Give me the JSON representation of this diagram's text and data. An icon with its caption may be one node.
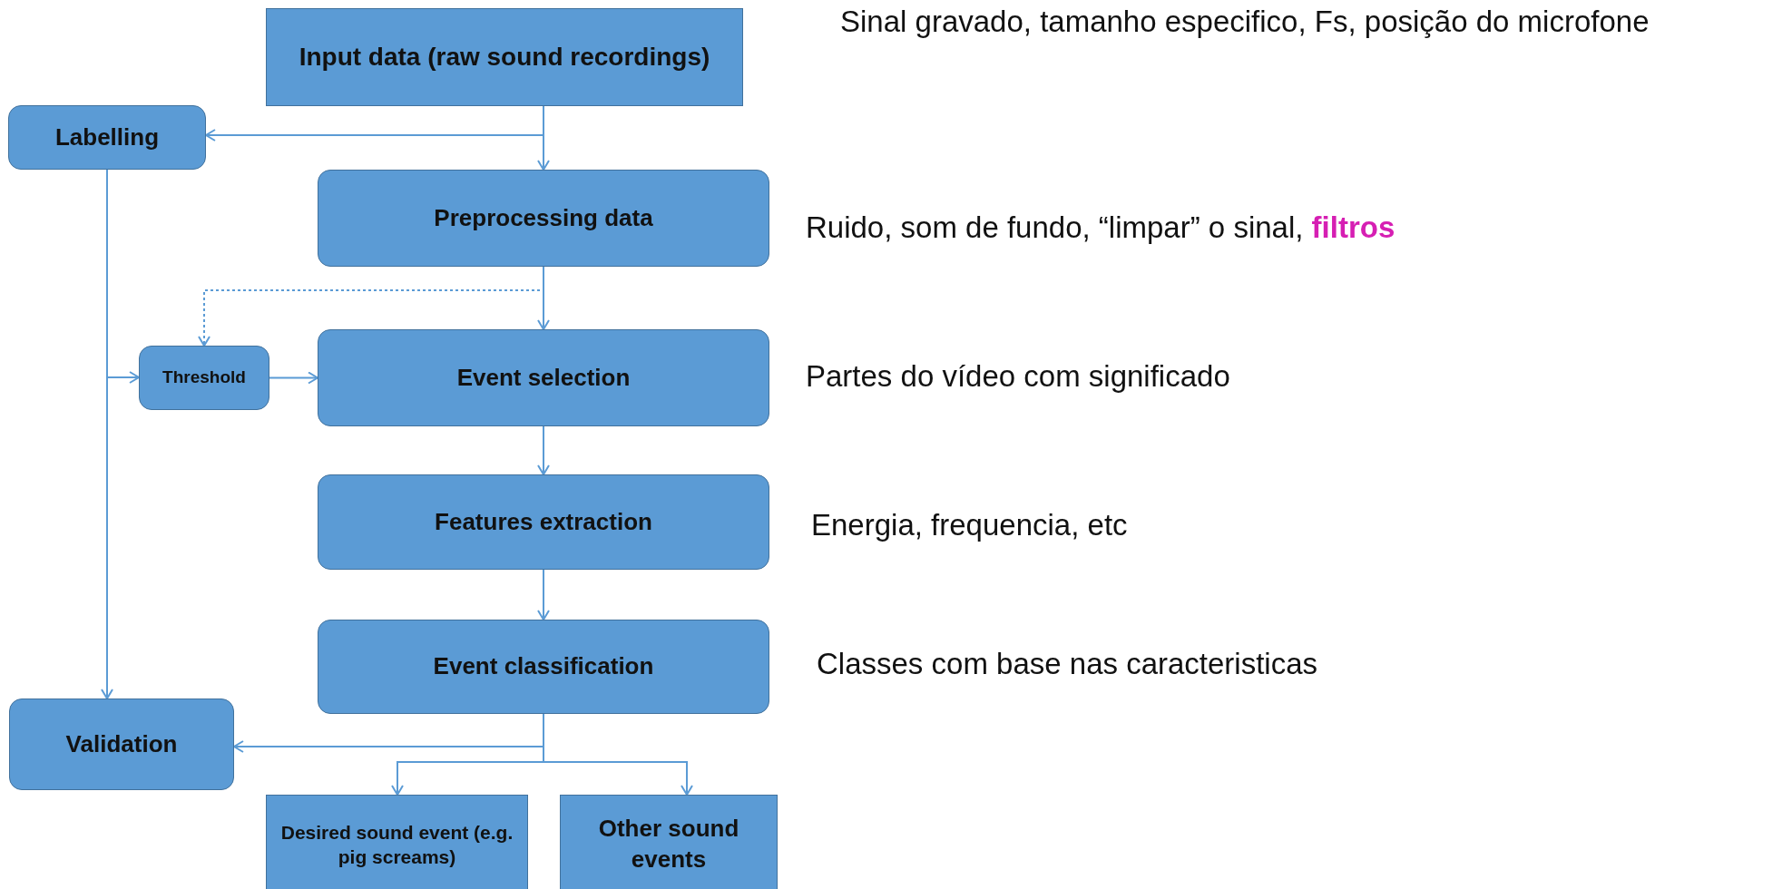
{
  "diagram": {
    "nodes": [
      {
        "text": [
          "Input data (raw sound recordings)"
        ],
        "beside": [
          "Sinal gravado, tamanho especifico, Fs, posição do microfone"
        ]
      },
      {
        "text": [
          "Labelling"
        ]
      },
      {
        "text": [
          "Preprocessing data"
        ],
        "beside": [
          "Ruido, som de fundo, “limpar” o sinal, **filtros**"
        ]
      },
      {
        "text": [
          "Threshold"
        ]
      },
      {
        "text": [
          "Event selection"
        ],
        "beside": [
          "Partes do vídeo com significado"
        ]
      },
      {
        "text": [
          "Features extraction"
        ],
        "beside": [
          "Energia, frequencia, etc"
        ]
      },
      {
        "text": [
          "Event classification"
        ],
        "beside": [
          "Classes com base nas caracteristicas"
        ]
      },
      {
        "text": [
          "Validation"
        ]
      },
      {
        "text": [
          "Desired sound event (e.g. pig screams)"
        ]
      },
      {
        "text": [
          "Other sound events"
        ]
      }
    ],
    "edges": [
      {
        "from": 0,
        "to": 2,
        "arrow": "to"
      },
      {
        "from": 0,
        "to": 1,
        "arrow": "to"
      },
      {
        "from": 2,
        "to": 4,
        "arrow": "to"
      },
      {
        "from": 2,
        "to": 3,
        "arrow": "to",
        "style": "dashed"
      },
      {
        "from": 1,
        "to": 3,
        "arrow": "to"
      },
      {
        "from": 1,
        "to": 7,
        "arrow": "to"
      },
      {
        "from": 3,
        "to": 4,
        "arrow": "to"
      },
      {
        "from": 4,
        "to": 5,
        "arrow": "to"
      },
      {
        "from": 5,
        "to": 6,
        "arrow": "to"
      },
      {
        "from": 6,
        "to": 7,
        "arrow": "to"
      },
      {
        "from": 6,
        "to": 8,
        "arrow": "to"
      },
      {
        "from": 6,
        "to": 9,
        "arrow": "to"
      }
    ]
  }
}
